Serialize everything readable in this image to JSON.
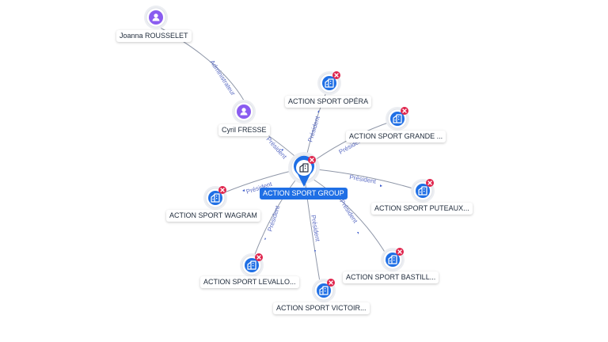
{
  "graph": {
    "center": {
      "name": "ACTION SPORT GROUP",
      "icon": "building-icon",
      "status": "closed"
    },
    "people": [
      {
        "name": "Joanna ROUSSELET",
        "icon": "person-icon"
      },
      {
        "name": "Cyril FRESSE",
        "icon": "person-icon"
      }
    ],
    "companies": [
      {
        "name": "ACTION SPORT OPÉRA",
        "icon": "building-icon",
        "status": "closed"
      },
      {
        "name": "ACTION SPORT GRANDE ...",
        "icon": "building-icon",
        "status": "closed"
      },
      {
        "name": "ACTION SPORT PUTEAUX...",
        "icon": "building-icon",
        "status": "closed"
      },
      {
        "name": "ACTION SPORT BASTILL...",
        "icon": "building-icon",
        "status": "closed"
      },
      {
        "name": "ACTION SPORT VICTOIR...",
        "icon": "building-icon",
        "status": "closed"
      },
      {
        "name": "ACTION SPORT LEVALLO...",
        "icon": "building-icon",
        "status": "closed"
      },
      {
        "name": "ACTION SPORT WAGRAM",
        "icon": "building-icon",
        "status": "closed"
      }
    ],
    "edges": [
      {
        "from": "Joanna ROUSSELET",
        "to": "Cyril FRESSE",
        "label": "Administrateur"
      },
      {
        "from": "Cyril FRESSE",
        "to": "ACTION SPORT GROUP",
        "label": "Président"
      },
      {
        "from": "ACTION SPORT GROUP",
        "to": "ACTION SPORT OPÉRA",
        "label": "Président"
      },
      {
        "from": "ACTION SPORT GROUP",
        "to": "ACTION SPORT GRANDE ...",
        "label": "Président"
      },
      {
        "from": "ACTION SPORT GROUP",
        "to": "ACTION SPORT PUTEAUX...",
        "label": "Président"
      },
      {
        "from": "ACTION SPORT GROUP",
        "to": "ACTION SPORT BASTILL...",
        "label": "Président"
      },
      {
        "from": "ACTION SPORT GROUP",
        "to": "ACTION SPORT VICTOIR...",
        "label": "Président"
      },
      {
        "from": "ACTION SPORT GROUP",
        "to": "ACTION SPORT LEVALLO...",
        "label": "Président"
      },
      {
        "from": "ACTION SPORT GROUP",
        "to": "ACTION SPORT WAGRAM",
        "label": "Président"
      }
    ]
  },
  "colors": {
    "company": "#1f6fe5",
    "person": "#8a5cf0",
    "closed_badge": "#e0244c",
    "edge": "#8f97a8",
    "edge_label": "#5b6cc4"
  }
}
